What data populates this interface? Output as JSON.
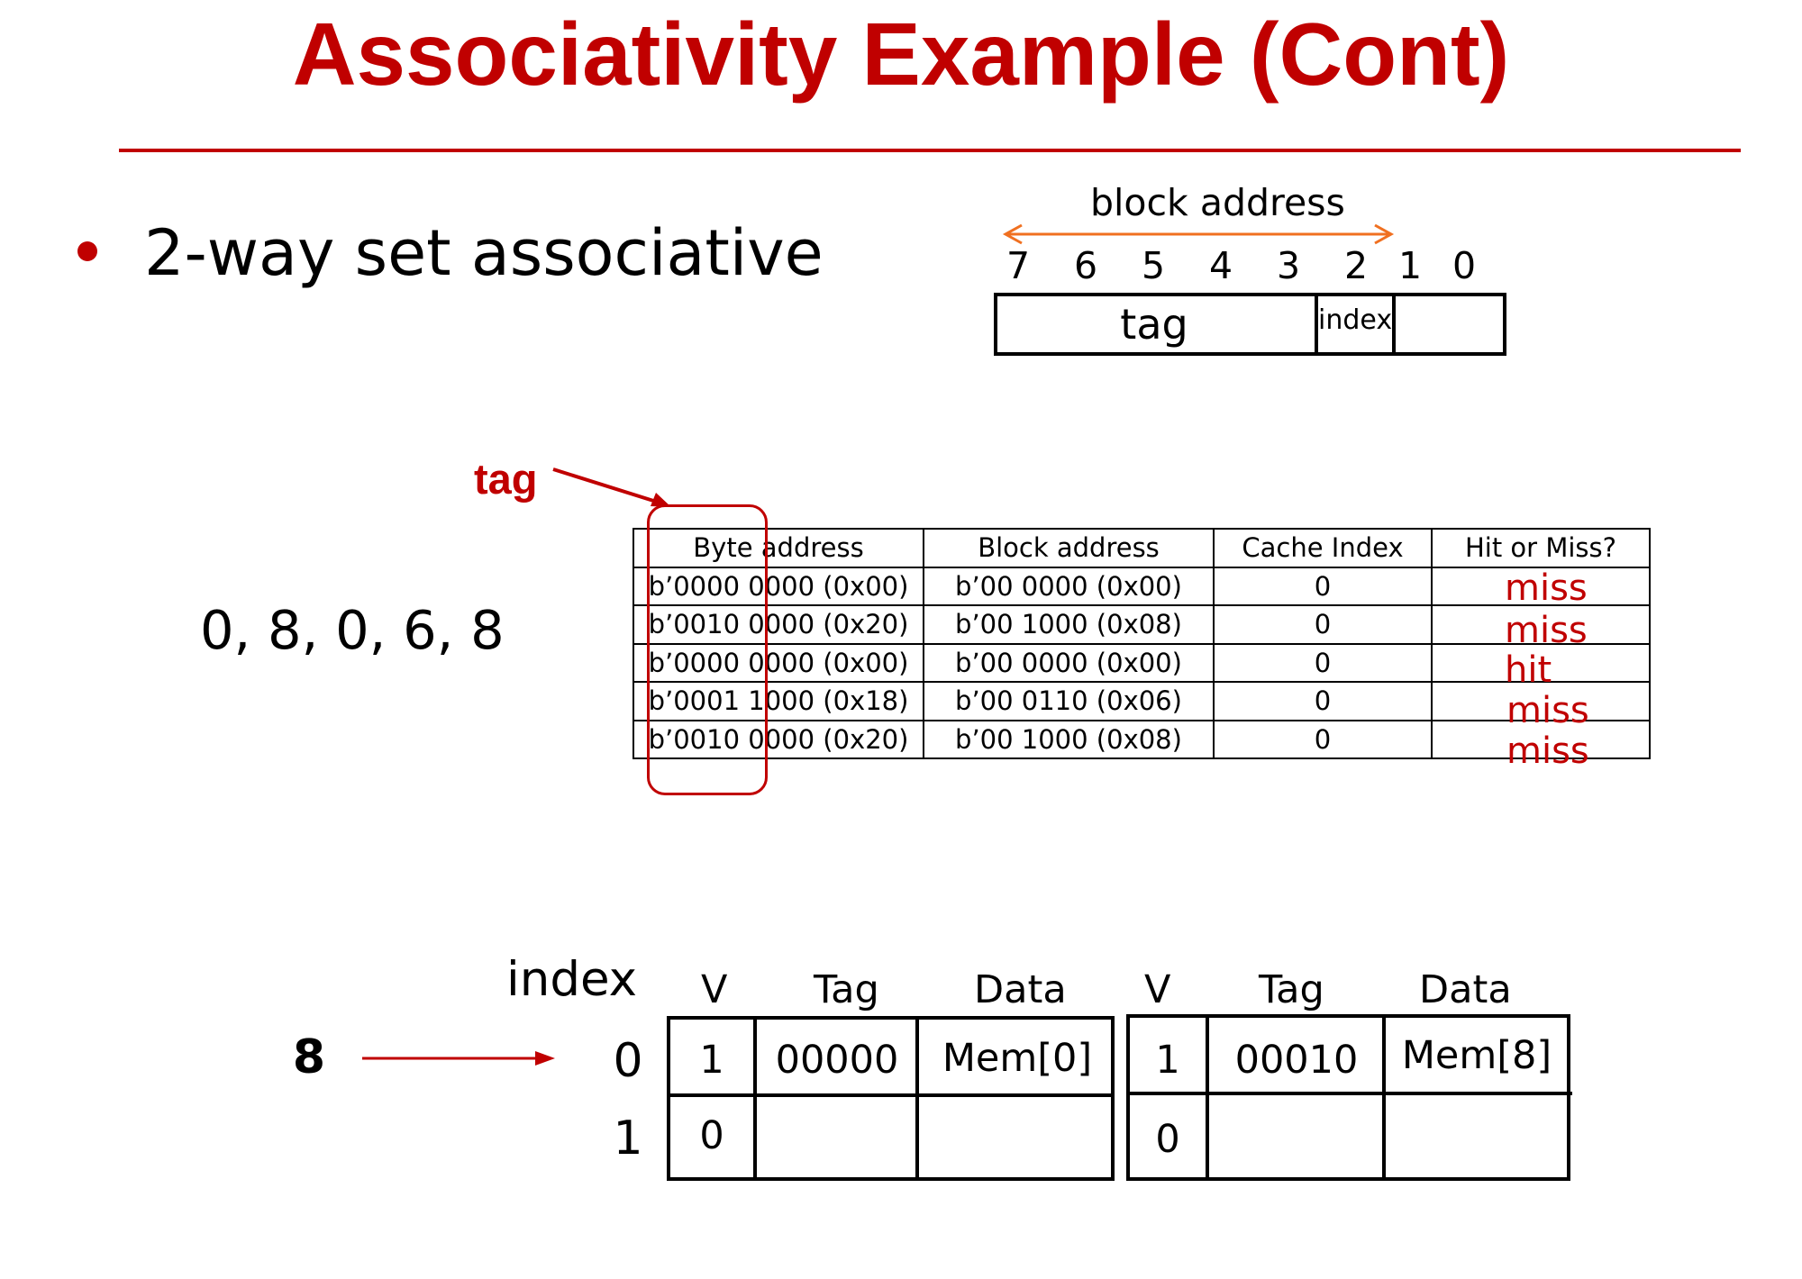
{
  "title": "Associativity Example (Cont)",
  "bullet": "2-way set associative",
  "address_diagram": {
    "label": "block address",
    "bits": [
      "7",
      "6",
      "5",
      "4",
      "3",
      "2",
      "1",
      "0"
    ],
    "fields": {
      "tag": "tag",
      "index": "index"
    }
  },
  "tag_callout": "tag",
  "sequence": "0, 8, 0, 6, 8",
  "address_table": {
    "headers": [
      "Byte address",
      "Block address",
      "Cache Index",
      "Hit or Miss?"
    ],
    "rows": [
      {
        "byte": "b’0000 0000 (0x00)",
        "block": "b’00 0000 (0x00)",
        "index": "0",
        "result": "miss"
      },
      {
        "byte": "b’0010 0000 (0x20)",
        "block": "b’00 1000 (0x08)",
        "index": "0",
        "result": "miss"
      },
      {
        "byte": "b’0000 0000 (0x00)",
        "block": "b’00 0000 (0x00)",
        "index": "0",
        "result": "hit"
      },
      {
        "byte": "b’0001 1000 (0x18)",
        "block": "b’00 0110 (0x06)",
        "index": "0",
        "result": "miss"
      },
      {
        "byte": "b’0010 0000 (0x20)",
        "block": "b’00 1000 (0x08)",
        "index": "0",
        "result": "miss"
      }
    ]
  },
  "cache": {
    "index_label": "index",
    "arrow_value": "8",
    "row_labels": [
      "0",
      "1"
    ],
    "way_headers": [
      "V",
      "Tag",
      "Data"
    ],
    "ways": [
      {
        "rows": [
          {
            "v": "1",
            "tag": "00000",
            "data": "Mem[0]"
          },
          {
            "v": "0",
            "tag": "",
            "data": ""
          }
        ]
      },
      {
        "rows": [
          {
            "v": "1",
            "tag": "00010",
            "data": "Mem[8]"
          },
          {
            "v": "0",
            "tag": "",
            "data": ""
          }
        ]
      }
    ]
  },
  "colors": {
    "accent": "#c00000",
    "bit_arrow": "#f07020"
  }
}
